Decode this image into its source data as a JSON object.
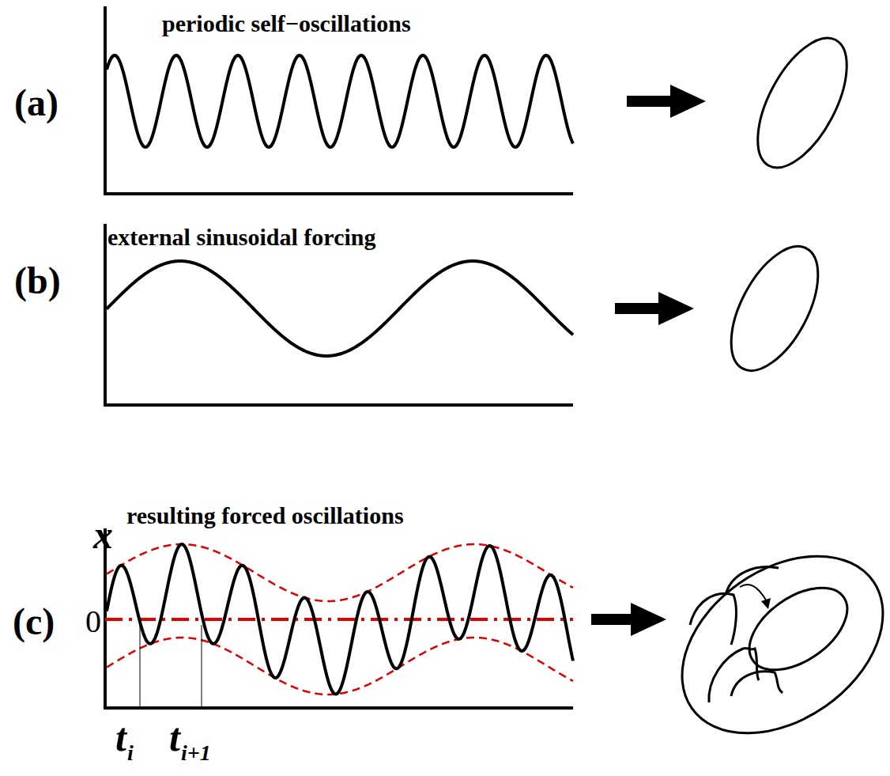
{
  "diagram": {
    "labels": [
      "periodic self−oscillations",
      "(a)",
      "external sinusoidal forcing",
      "(b)",
      "resulting forced oscillations",
      "x",
      "(c)",
      "0",
      "t",
      "i",
      "t",
      "i+1"
    ]
  }
}
